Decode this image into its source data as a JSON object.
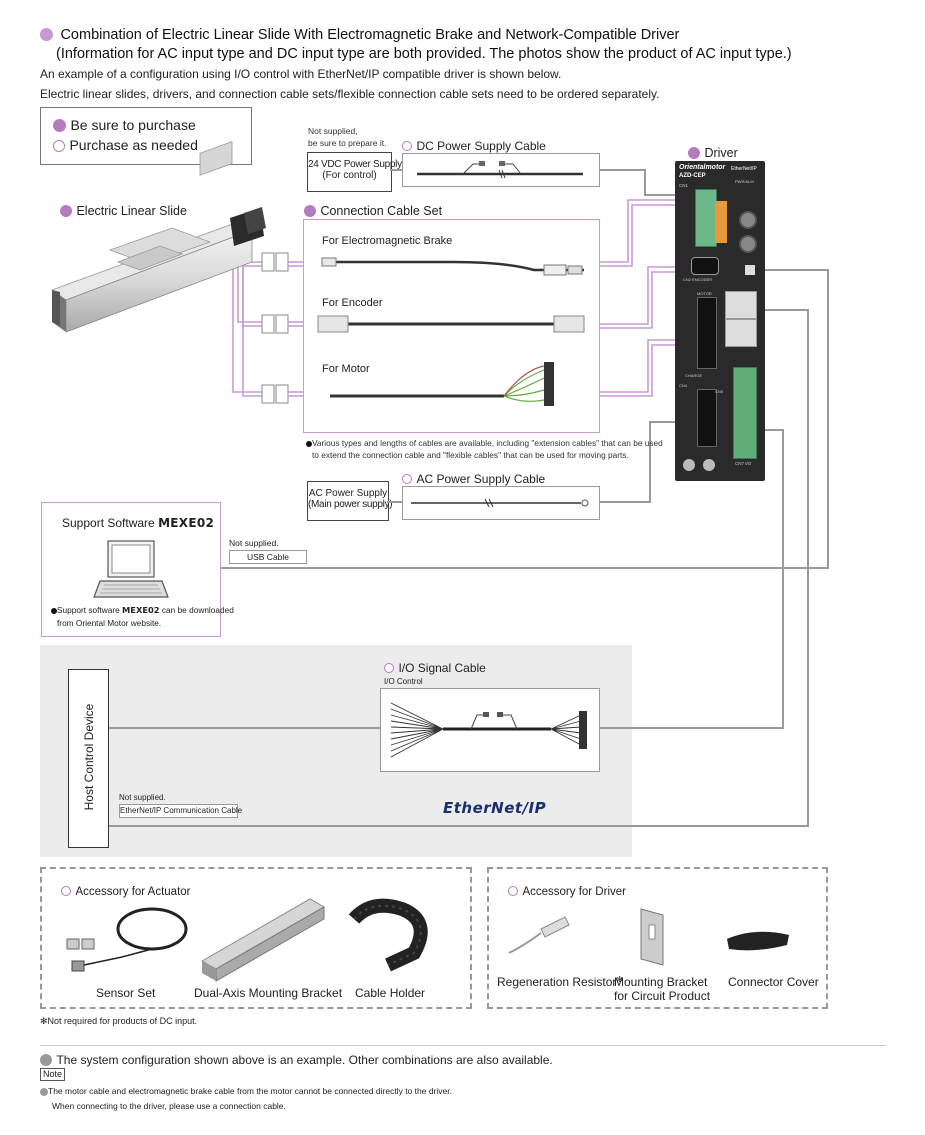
{
  "header": {
    "title_line1": "Combination of Electric Linear Slide With Electromagnetic Brake and Network-Compatible Driver",
    "title_line2": "(Information for AC input type and DC input type are both provided. The photos show the product of AC input type.)",
    "desc_line1": "An example of a configuration using I/O control with EtherNet/IP compatible driver is shown below.",
    "desc_line2": "Electric linear slides, drivers, and connection cable sets/flexible connection cable sets need to be ordered separately."
  },
  "legend": {
    "must": "Be sure to purchase",
    "optional": "Purchase as needed"
  },
  "slide": {
    "label": "Electric Linear Slide"
  },
  "dc_supply": {
    "note1": "Not supplied,",
    "note2": "be sure to prepare it.",
    "box_line1": "24 VDC Power Supply",
    "box_line2": "(For control)",
    "cable_label": "DC Power Supply Cable"
  },
  "driver": {
    "label": "Driver",
    "brand": "Orientalmotor",
    "model": "AZD-CEP",
    "network": "EtherNet/IP",
    "port_labels": {
      "cn1": "CN1",
      "cn2": "CN2 ENCODER",
      "cn3": "MOTOR",
      "cn5": "CN5",
      "cn7": "CN7 I/O",
      "charge": "CHARGE",
      "cn4": "CN4",
      "power": "PWR/ALM"
    }
  },
  "connection_set": {
    "label": "Connection Cable Set",
    "brake": "For Electromagnetic Brake",
    "encoder": "For Encoder",
    "motor": "For Motor",
    "note_line1": "Various types and lengths of cables are available, including \"extension cables\" that can be used",
    "note_line2": "to extend the connection cable and \"flexible cables\" that can be used for moving parts."
  },
  "ac_supply": {
    "cable_label": "AC Power Supply Cable",
    "box_line1": "AC Power Supply",
    "box_line2": "(Main power supply)"
  },
  "software": {
    "title_prefix": "Support Software ",
    "title_name": "MEXE02",
    "note_prefix": "Support software ",
    "note_name": "MEXE02",
    "note_suffix": " can be downloaded",
    "note_line2": "from Oriental Motor website.",
    "usb_note": "Not supplied.",
    "usb_label": "USB Cable"
  },
  "io": {
    "label": "I/O Signal Cable",
    "sub": "I/O Control",
    "host": "Host Control Device",
    "eth_note": "Not supplied.",
    "eth_label": "EtherNet/IP Communication Cable",
    "logo": "EtherNet/IP"
  },
  "acc_actuator": {
    "label": "Accessory for Actuator",
    "items": [
      "Sensor Set",
      "Dual-Axis Mounting Bracket",
      "Cable Holder"
    ]
  },
  "acc_driver": {
    "label": "Accessory for Driver",
    "items": [
      "Regeneration Resistor",
      "Mounting Bracket",
      "for Circuit Product",
      "Connector Cover"
    ],
    "star": "✻"
  },
  "footnote": "Not required for products of DC input.",
  "footnote_mark": "✻",
  "footer": {
    "line1": "The system configuration shown above is an example. Other combinations are also available.",
    "note_tag": "Note",
    "note_line1": "The motor cable and electromagnetic brake cable from the motor cannot be connected directly to the driver.",
    "note_line2": "When connecting to the driver, please use a connection cable."
  },
  "colors": {
    "purple": "#b57bbf",
    "purple_light": "#c99ad3",
    "gray_line": "#9a9a9a",
    "panel": "#ececec"
  }
}
